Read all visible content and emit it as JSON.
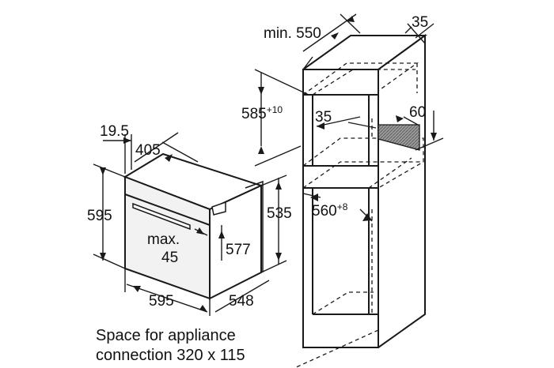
{
  "dimensions": {
    "cabinet_depth": "min. 550",
    "cabinet_wall": "35",
    "niche_height": "585",
    "niche_height_tol": "+10",
    "vent_depth": "35",
    "vent_height": "60",
    "niche_width": "560",
    "niche_width_tol": "+8",
    "trim_offset": "19.5",
    "oven_top_depth": "405",
    "oven_height": "595",
    "oven_body_height": "535",
    "door_opening_value": "max.",
    "door_opening_value2": "45",
    "oven_inner_height": "577",
    "oven_width": "595",
    "oven_depth": "548"
  },
  "caption": {
    "line1": "Space for appliance",
    "line2": "connection 320 x 115"
  },
  "colors": {
    "line": "#1a1a1a",
    "oven_front": "#f2f2f2",
    "vent": "#8a8a8a"
  }
}
